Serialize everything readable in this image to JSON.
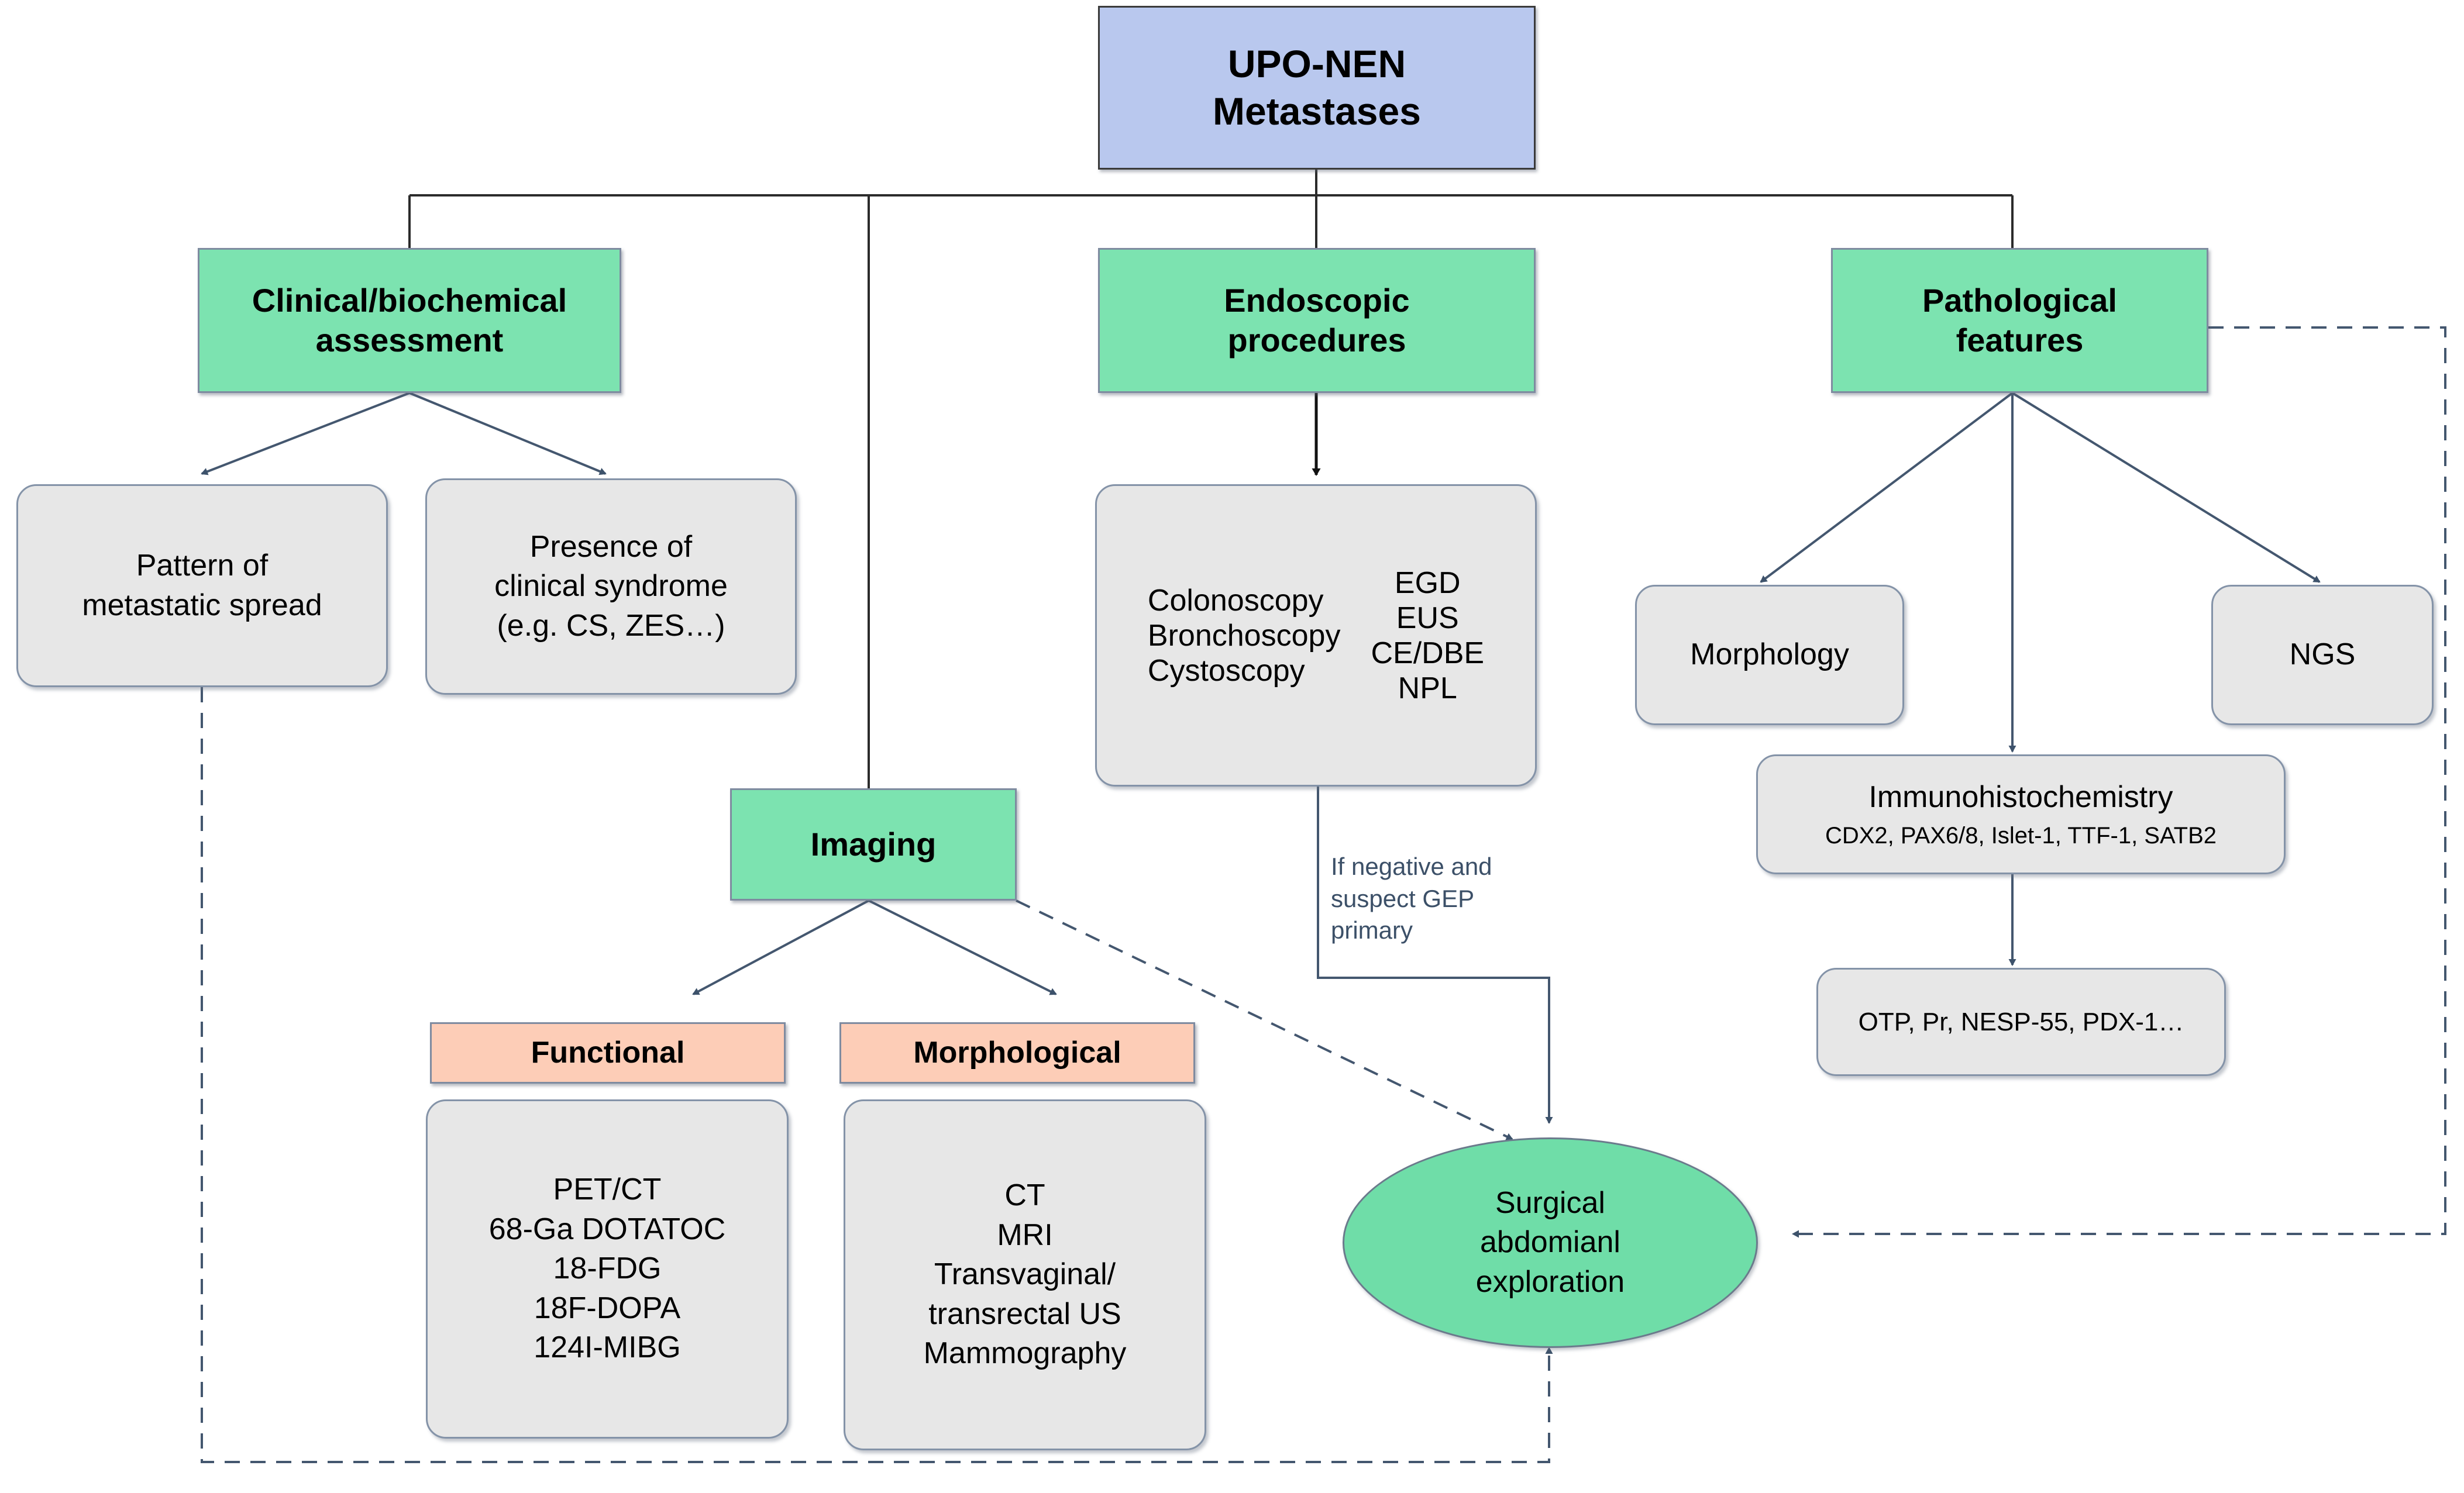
{
  "diagram": {
    "title": "UPO-NEN Metastases diagnostic workup flowchart",
    "colors": {
      "root_fill": "#b9c8ee",
      "category_fill": "#7ce3b0",
      "subheader_fill": "#fdcdb7",
      "content_fill": "#e7e7e7",
      "terminal_fill": "#6fdda8",
      "connector": "#44576f",
      "border": "#8493a8"
    }
  },
  "nodes": {
    "root": {
      "label_line1": "UPO-NEN",
      "label_line2": "Metastases"
    },
    "clinical": {
      "label_line1": "Clinical/biochemical",
      "label_line2": "assessment"
    },
    "endoscopic": {
      "label_line1": "Endoscopic",
      "label_line2": "procedures"
    },
    "pathological": {
      "label_line1": "Pathological",
      "label_line2": "features"
    },
    "imaging": {
      "label": "Imaging"
    },
    "pattern": {
      "line1": "Pattern of",
      "line2": "metastatic spread"
    },
    "syndrome": {
      "line1": "Presence of",
      "line2": "clinical syndrome",
      "line3": "(e.g. CS, ZES…)"
    },
    "endoscopy_list": {
      "left_column": [
        "Colonoscopy",
        "Bronchoscopy",
        "Cystoscopy"
      ],
      "right_column": [
        "EGD",
        "EUS",
        "CE/DBE",
        "NPL"
      ]
    },
    "morphology": {
      "label": "Morphology"
    },
    "ngs": {
      "label": "NGS"
    },
    "ihc": {
      "title": "Immunohistochemistry",
      "markers": "CDX2, PAX6/8, Islet-1, TTF-1, SATB2"
    },
    "ihc_extra": {
      "label": "OTP, Pr, NESP-55, PDX-1…"
    },
    "functional_header": {
      "label": "Functional"
    },
    "morphological_header": {
      "label": "Morphological"
    },
    "functional_list": {
      "items": [
        "PET/CT",
        "68-Ga DOTATOC",
        "18-FDG",
        "18F-DOPA",
        "124I-MIBG"
      ]
    },
    "morphological_list": {
      "items": [
        "CT",
        "MRI",
        "Transvaginal/",
        "transrectal US",
        "Mammography"
      ]
    },
    "surgical": {
      "line1": "Surgical",
      "line2": "abdomianl",
      "line3": "exploration"
    }
  },
  "edges": {
    "gep_note": {
      "line1": "If negative and",
      "line2": "suspect GEP",
      "line3": "primary"
    }
  }
}
